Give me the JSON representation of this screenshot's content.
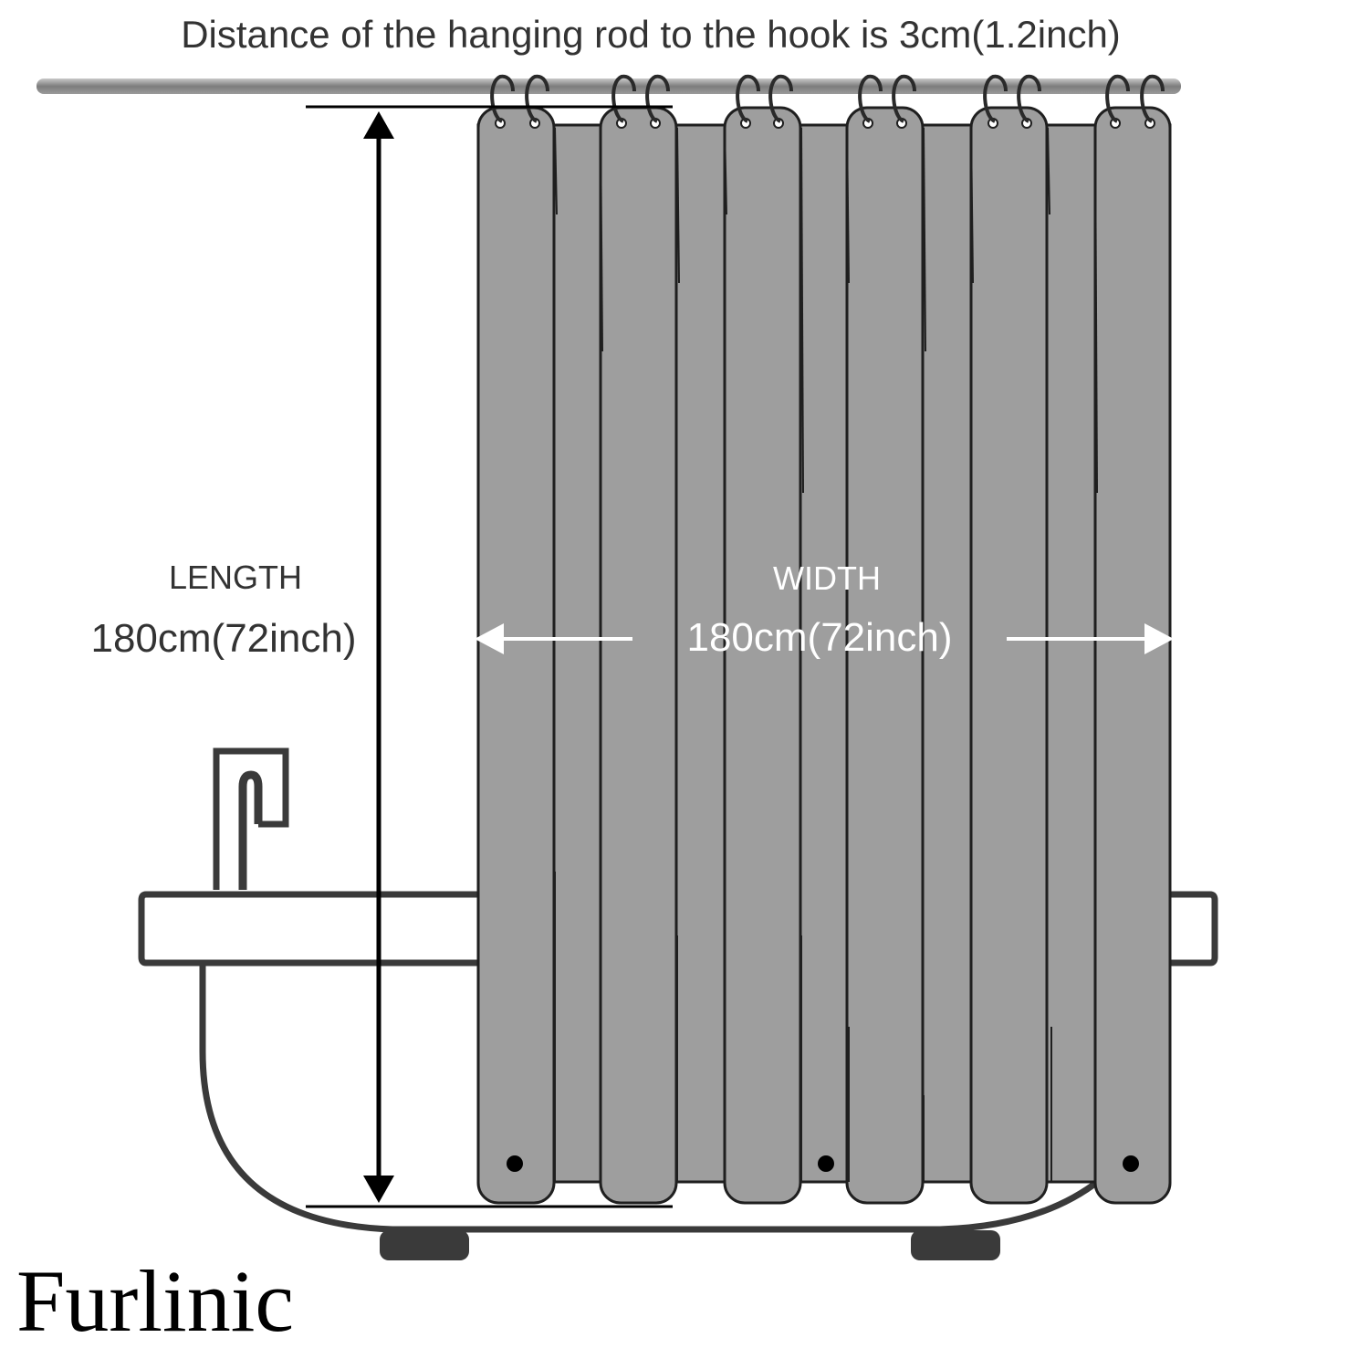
{
  "header": {
    "text": "Distance of the hanging rod to the hook is 3cm(1.2inch)"
  },
  "length": {
    "label": "LENGTH",
    "value": "180cm(72inch)"
  },
  "width": {
    "label": "WIDTH",
    "value": "180cm(72inch)"
  },
  "brand": {
    "name": "Furlinic"
  },
  "colors": {
    "curtain": "#9e9e9e",
    "outline": "#3a3a3a",
    "rod": "#8a8a8a",
    "text": "#333333",
    "arrow_white": "#ffffff",
    "arrow_black": "#000000"
  }
}
